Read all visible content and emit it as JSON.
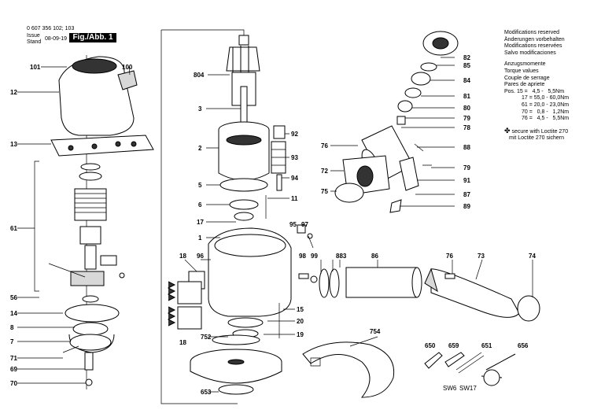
{
  "header": {
    "part_number": "0 607 356 102; 103",
    "issue_label": "Issue",
    "stand_label": "Stand",
    "date": "08-09-19",
    "figure": "Fig./Abb. 1"
  },
  "notes": {
    "modifications": [
      "Modifications reserved",
      "Änderungen vorbehalten",
      "Modifications reservées",
      "Salvo modificaciones"
    ],
    "torque_heading": [
      "Anzugsmomente",
      "Torque values",
      "Couple de serrage",
      "Pares de apriete"
    ],
    "torque_values": [
      "Pos. 15 =   4,5 -   5,5Nm",
      "17 = 55,0 - 60,0Nm",
      "61 = 20,0 - 23,0Nm",
      "70 =   0,8 -   1,2Nm",
      "76 =   4,5 -   5,5Nm"
    ],
    "loctite_symbol": "✤",
    "loctite_lines": [
      "secure with Loctite 270",
      "mit Loctite 270 sichern"
    ]
  },
  "callouts": [
    "101",
    "100",
    "12",
    "13",
    "61",
    "56",
    "14",
    "8",
    "7",
    "71",
    "69",
    "70",
    "804",
    "3",
    "2",
    "5",
    "6",
    "17",
    "1",
    "18",
    "96",
    "18",
    "752",
    "653",
    "92",
    "93",
    "94",
    "11",
    "95",
    "97",
    "98",
    "99",
    "883",
    "86",
    "76",
    "73",
    "74",
    "15",
    "20",
    "19",
    "754",
    "650",
    "659",
    "651",
    "656",
    "SW6",
    "SW17",
    "82",
    "85",
    "84",
    "81",
    "80",
    "79",
    "78",
    "76",
    "72",
    "75",
    "88",
    "79",
    "91",
    "87",
    "89"
  ]
}
